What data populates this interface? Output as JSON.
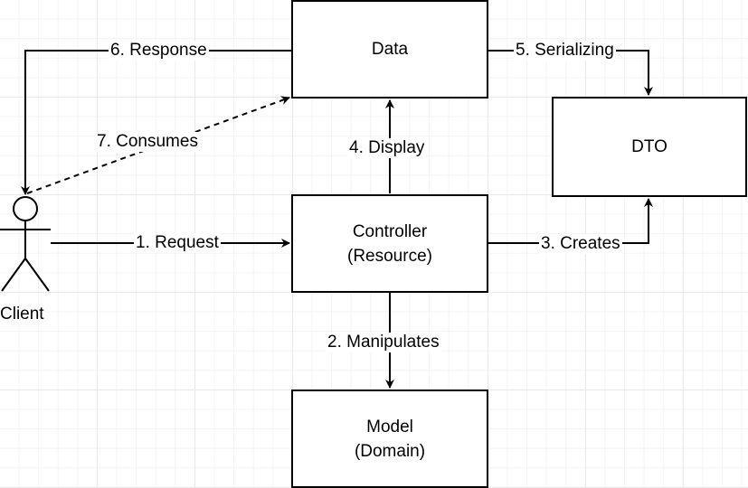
{
  "nodes": {
    "data": {
      "label": "Data"
    },
    "dto": {
      "label": "DTO"
    },
    "controller": {
      "line1": "Controller",
      "line2": "(Resource)"
    },
    "model": {
      "line1": "Model",
      "line2": "(Domain)"
    }
  },
  "actor": {
    "label": "Client"
  },
  "edges": {
    "request": "1. Request",
    "manipulates": "2. Manipulates",
    "creates": "3. Creates",
    "display": "4. Display",
    "serializing": "5. Serializing",
    "response": "6. Response",
    "consumes": "7. Consumes"
  },
  "colors": {
    "stroke": "#000000",
    "background": "#ffffff",
    "grid": "#e8e8e8"
  }
}
